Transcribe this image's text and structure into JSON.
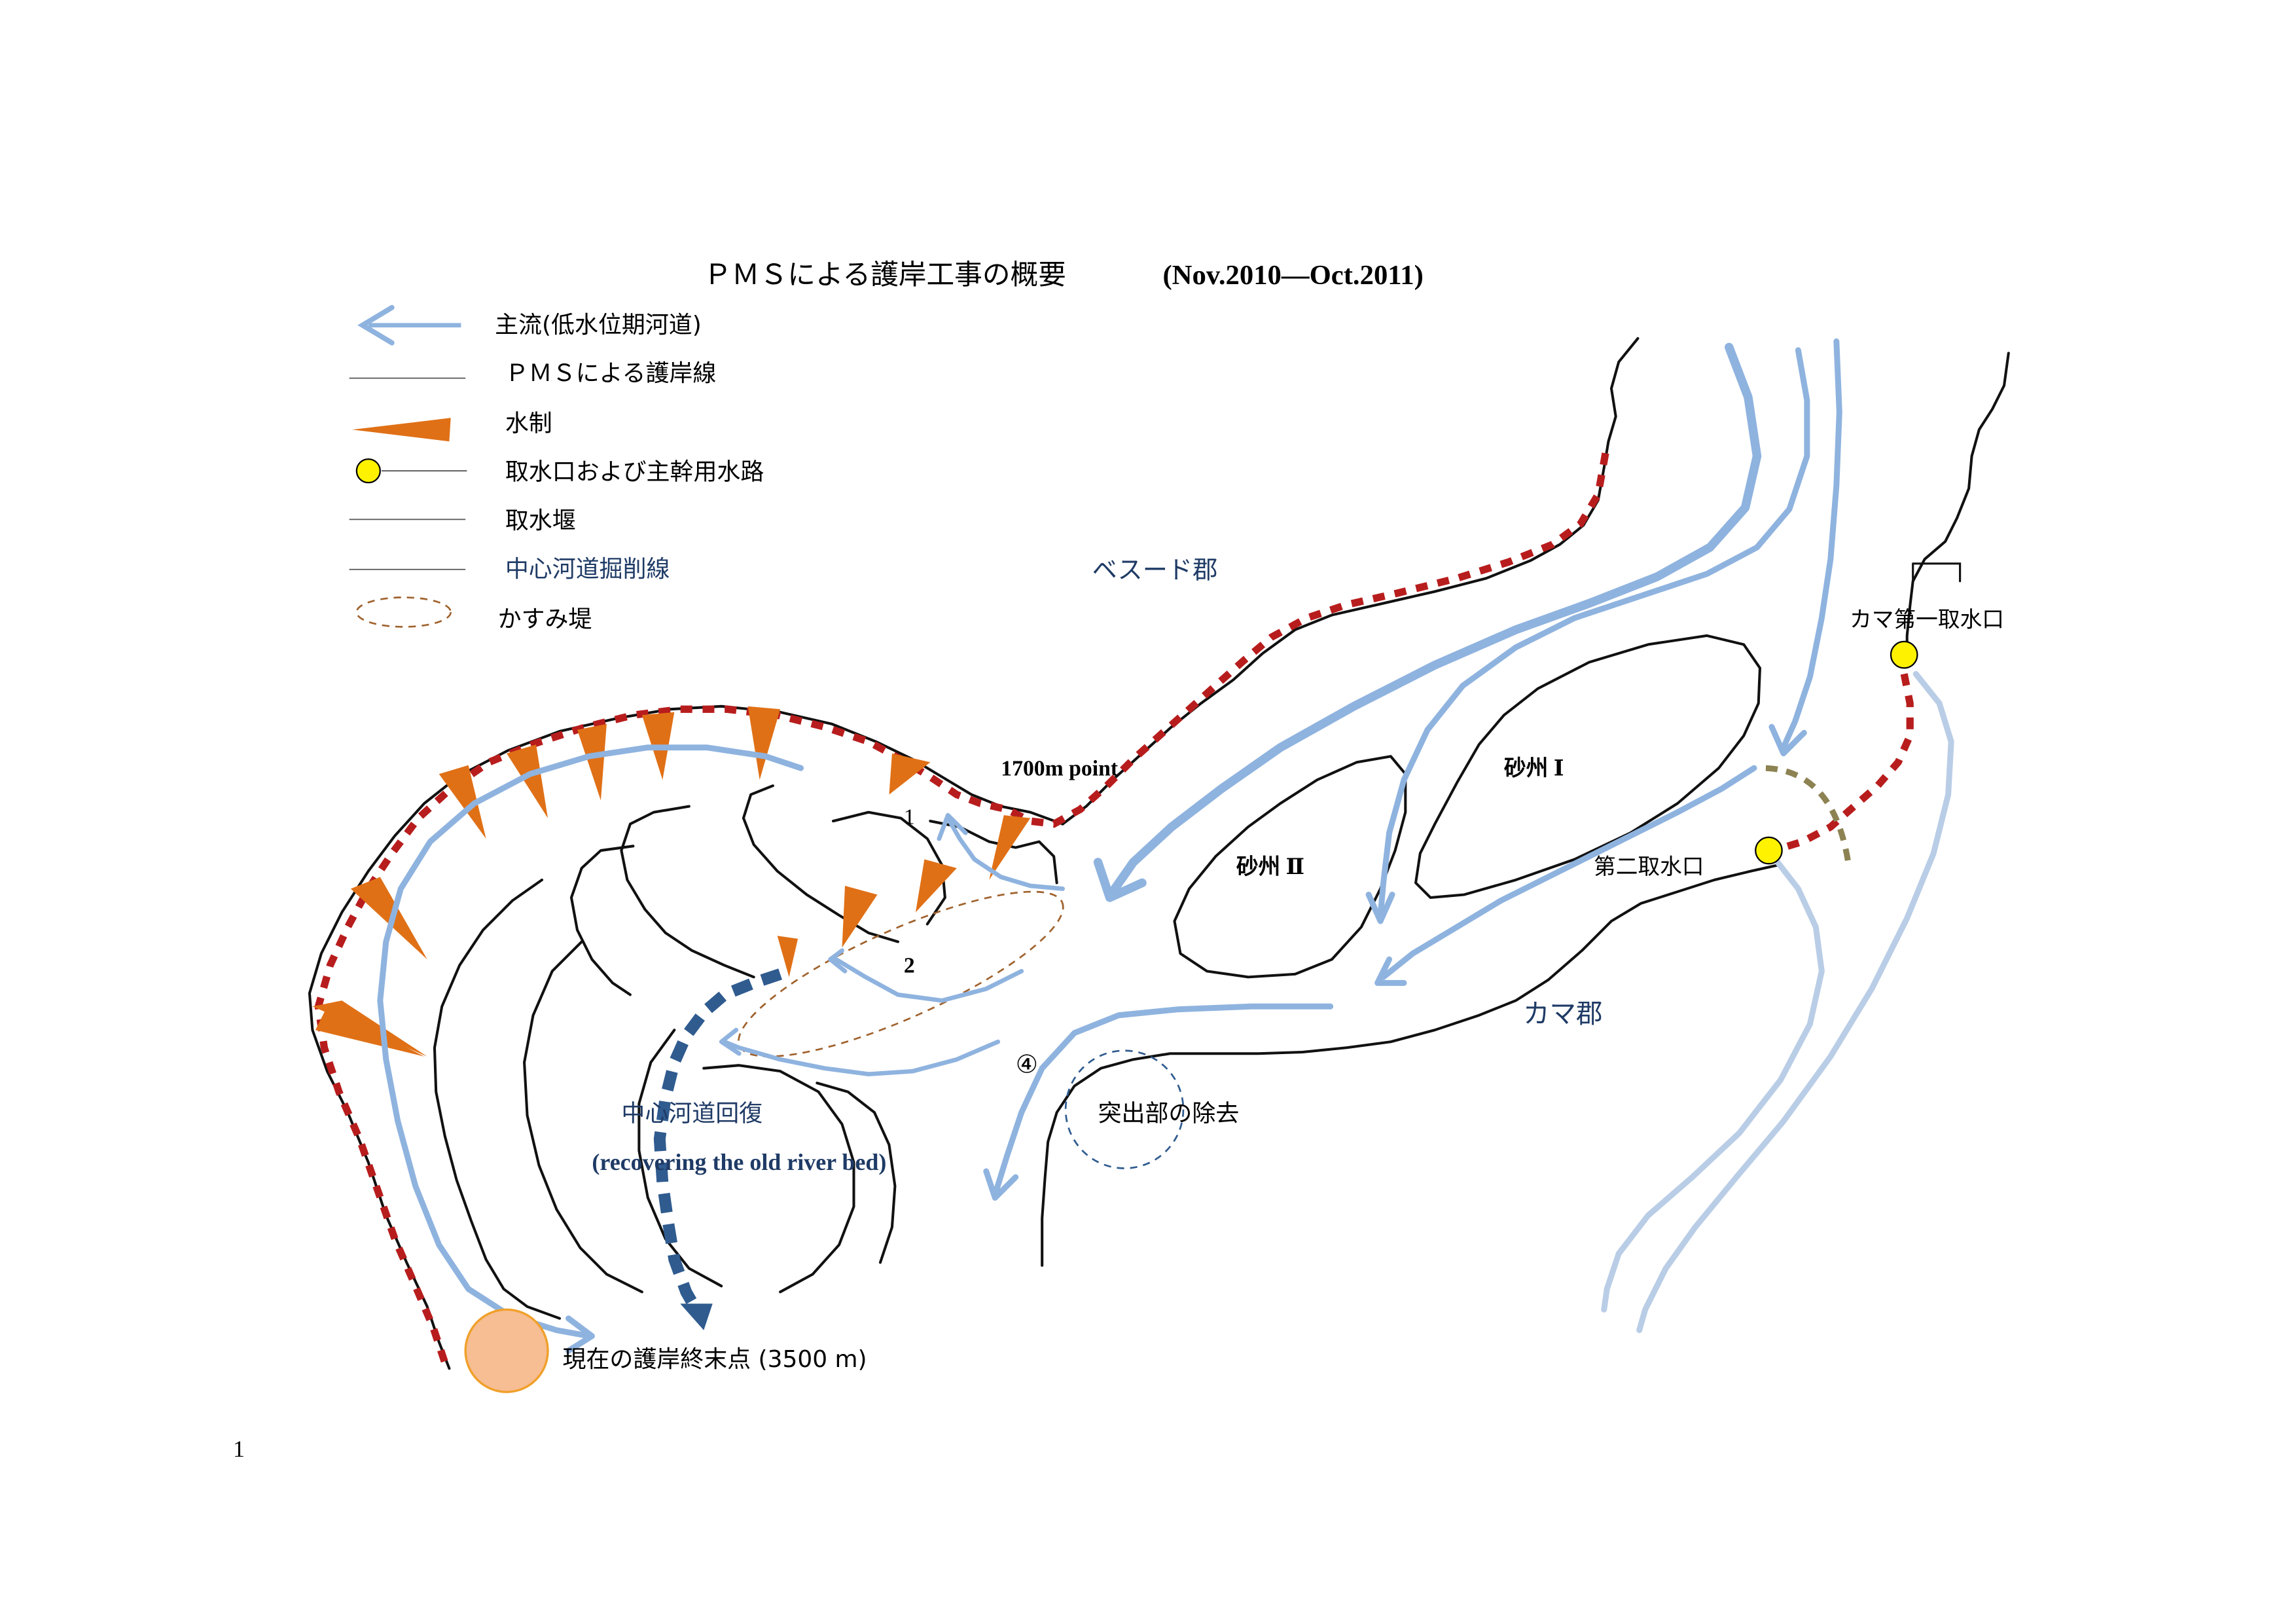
{
  "title": "ＰＭＳによる護岸工事の概要",
  "period": "(Nov.2010―Oct.2011)",
  "page_number": "1",
  "legend": {
    "main_flow": "主流(低水位期河道)",
    "pms_bank_line": "ＰＭＳによる護岸線",
    "spur_dike": "水制",
    "intake_canal": "取水口および主幹用水路",
    "weir": "取水堰",
    "excavation_line": "中心河道掘削線",
    "kasumi_levee": "かすみ堤"
  },
  "labels": {
    "besud": "ベスード郡",
    "kama": "カマ郡",
    "kama_intake_1": "カマ第一取水口",
    "intake_2": "第二取水口",
    "sandbar_1": "砂州 Ⅰ",
    "sandbar_2": "砂州 Ⅱ",
    "point_1700": "1700m point",
    "marker_1": "1",
    "marker_2": "2",
    "marker_4": "④",
    "protrusion_removal": "突出部の除去",
    "recover_jp": "中心河道回復",
    "recover_en": "(recovering the old river bed)",
    "end_point": "現在の護岸終末点 (3500 m)"
  },
  "colors": {
    "main_flow": "#8fb3df",
    "main_flow_light": "#b9cde6",
    "bank_line": "#b81d1d",
    "spur_dike": "#e07016",
    "intake": "#fff200",
    "excavation": "#2f5b8f",
    "weir_arc": "#8c8252",
    "kasumi": "#a0622d",
    "end_point_fill": "#f7bd93",
    "navy_text": "#1f3b66"
  },
  "icons": {
    "flow_arrow": "left-arrow-icon",
    "spur_dike": "triangle-icon",
    "intake": "circle-icon",
    "kasumi": "dashed-ellipse-icon"
  }
}
